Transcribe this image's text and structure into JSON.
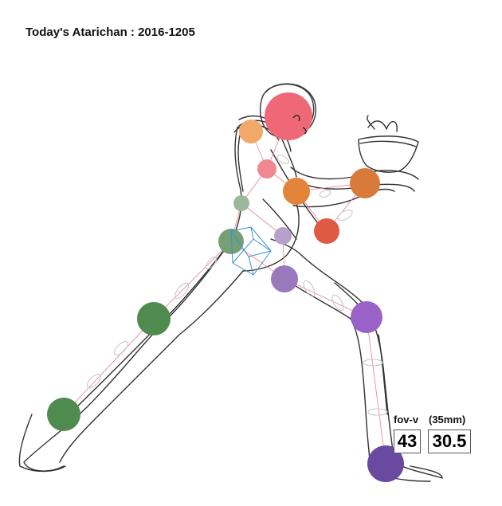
{
  "title": "Today's Atarichan : 2016-1205",
  "camera": {
    "fov_label": "fov-v",
    "fov_value": "43",
    "lens_label": "(35mm)",
    "lens_value": "30.5"
  }
}
